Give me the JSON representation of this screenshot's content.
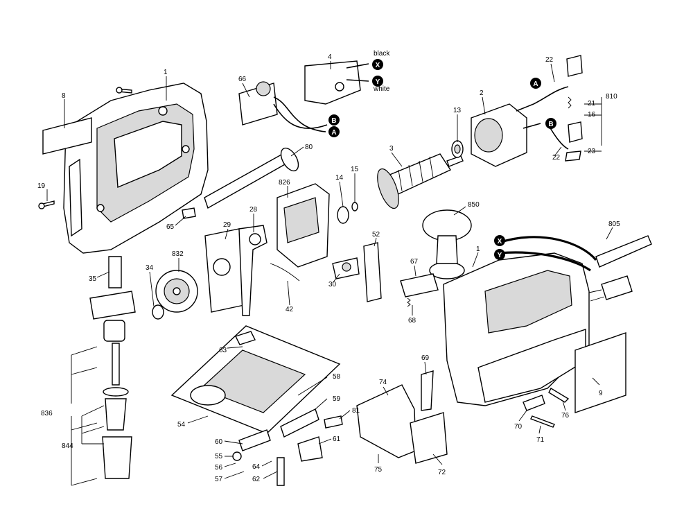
{
  "callouts": {
    "c1a": "1",
    "c8": "8",
    "c19": "19",
    "c65": "65",
    "c66": "66",
    "c4": "4",
    "c80": "80",
    "c3": "3",
    "c13": "13",
    "c2": "2",
    "c22a": "22",
    "c21": "21",
    "c16": "16",
    "c810": "810",
    "c23": "23",
    "c22b": "22",
    "c826": "826",
    "c14": "14",
    "c15": "15",
    "c28": "28",
    "c29": "29",
    "c832": "832",
    "c34": "34",
    "c30": "30",
    "c42": "42",
    "c52": "52",
    "c850": "850",
    "c805": "805",
    "c1b": "1",
    "c67": "67",
    "c68": "68",
    "c35": "35",
    "c836": "836",
    "c844": "844",
    "c63": "63",
    "c58": "58",
    "c54": "54",
    "c59": "59",
    "c81": "81",
    "c60": "60",
    "c55": "55",
    "c56": "56",
    "c57": "57",
    "c64": "64",
    "c62": "62",
    "c61": "61",
    "c74": "74",
    "c69": "69",
    "c75": "75",
    "c72": "72",
    "c9": "9",
    "c70": "70",
    "c71": "71",
    "c76": "76"
  },
  "wire_badges": {
    "x_top": "X",
    "y_top": "Y",
    "b_left": "B",
    "a_left": "A",
    "a_right": "A",
    "b_right": "B",
    "x_cord": "X",
    "y_cord": "Y"
  },
  "wire_labels": {
    "black": "black",
    "white": "white"
  },
  "icons": [
    "screw-icon",
    "spring-icon",
    "gear-icon",
    "plug-icon",
    "label-plate-icon"
  ]
}
